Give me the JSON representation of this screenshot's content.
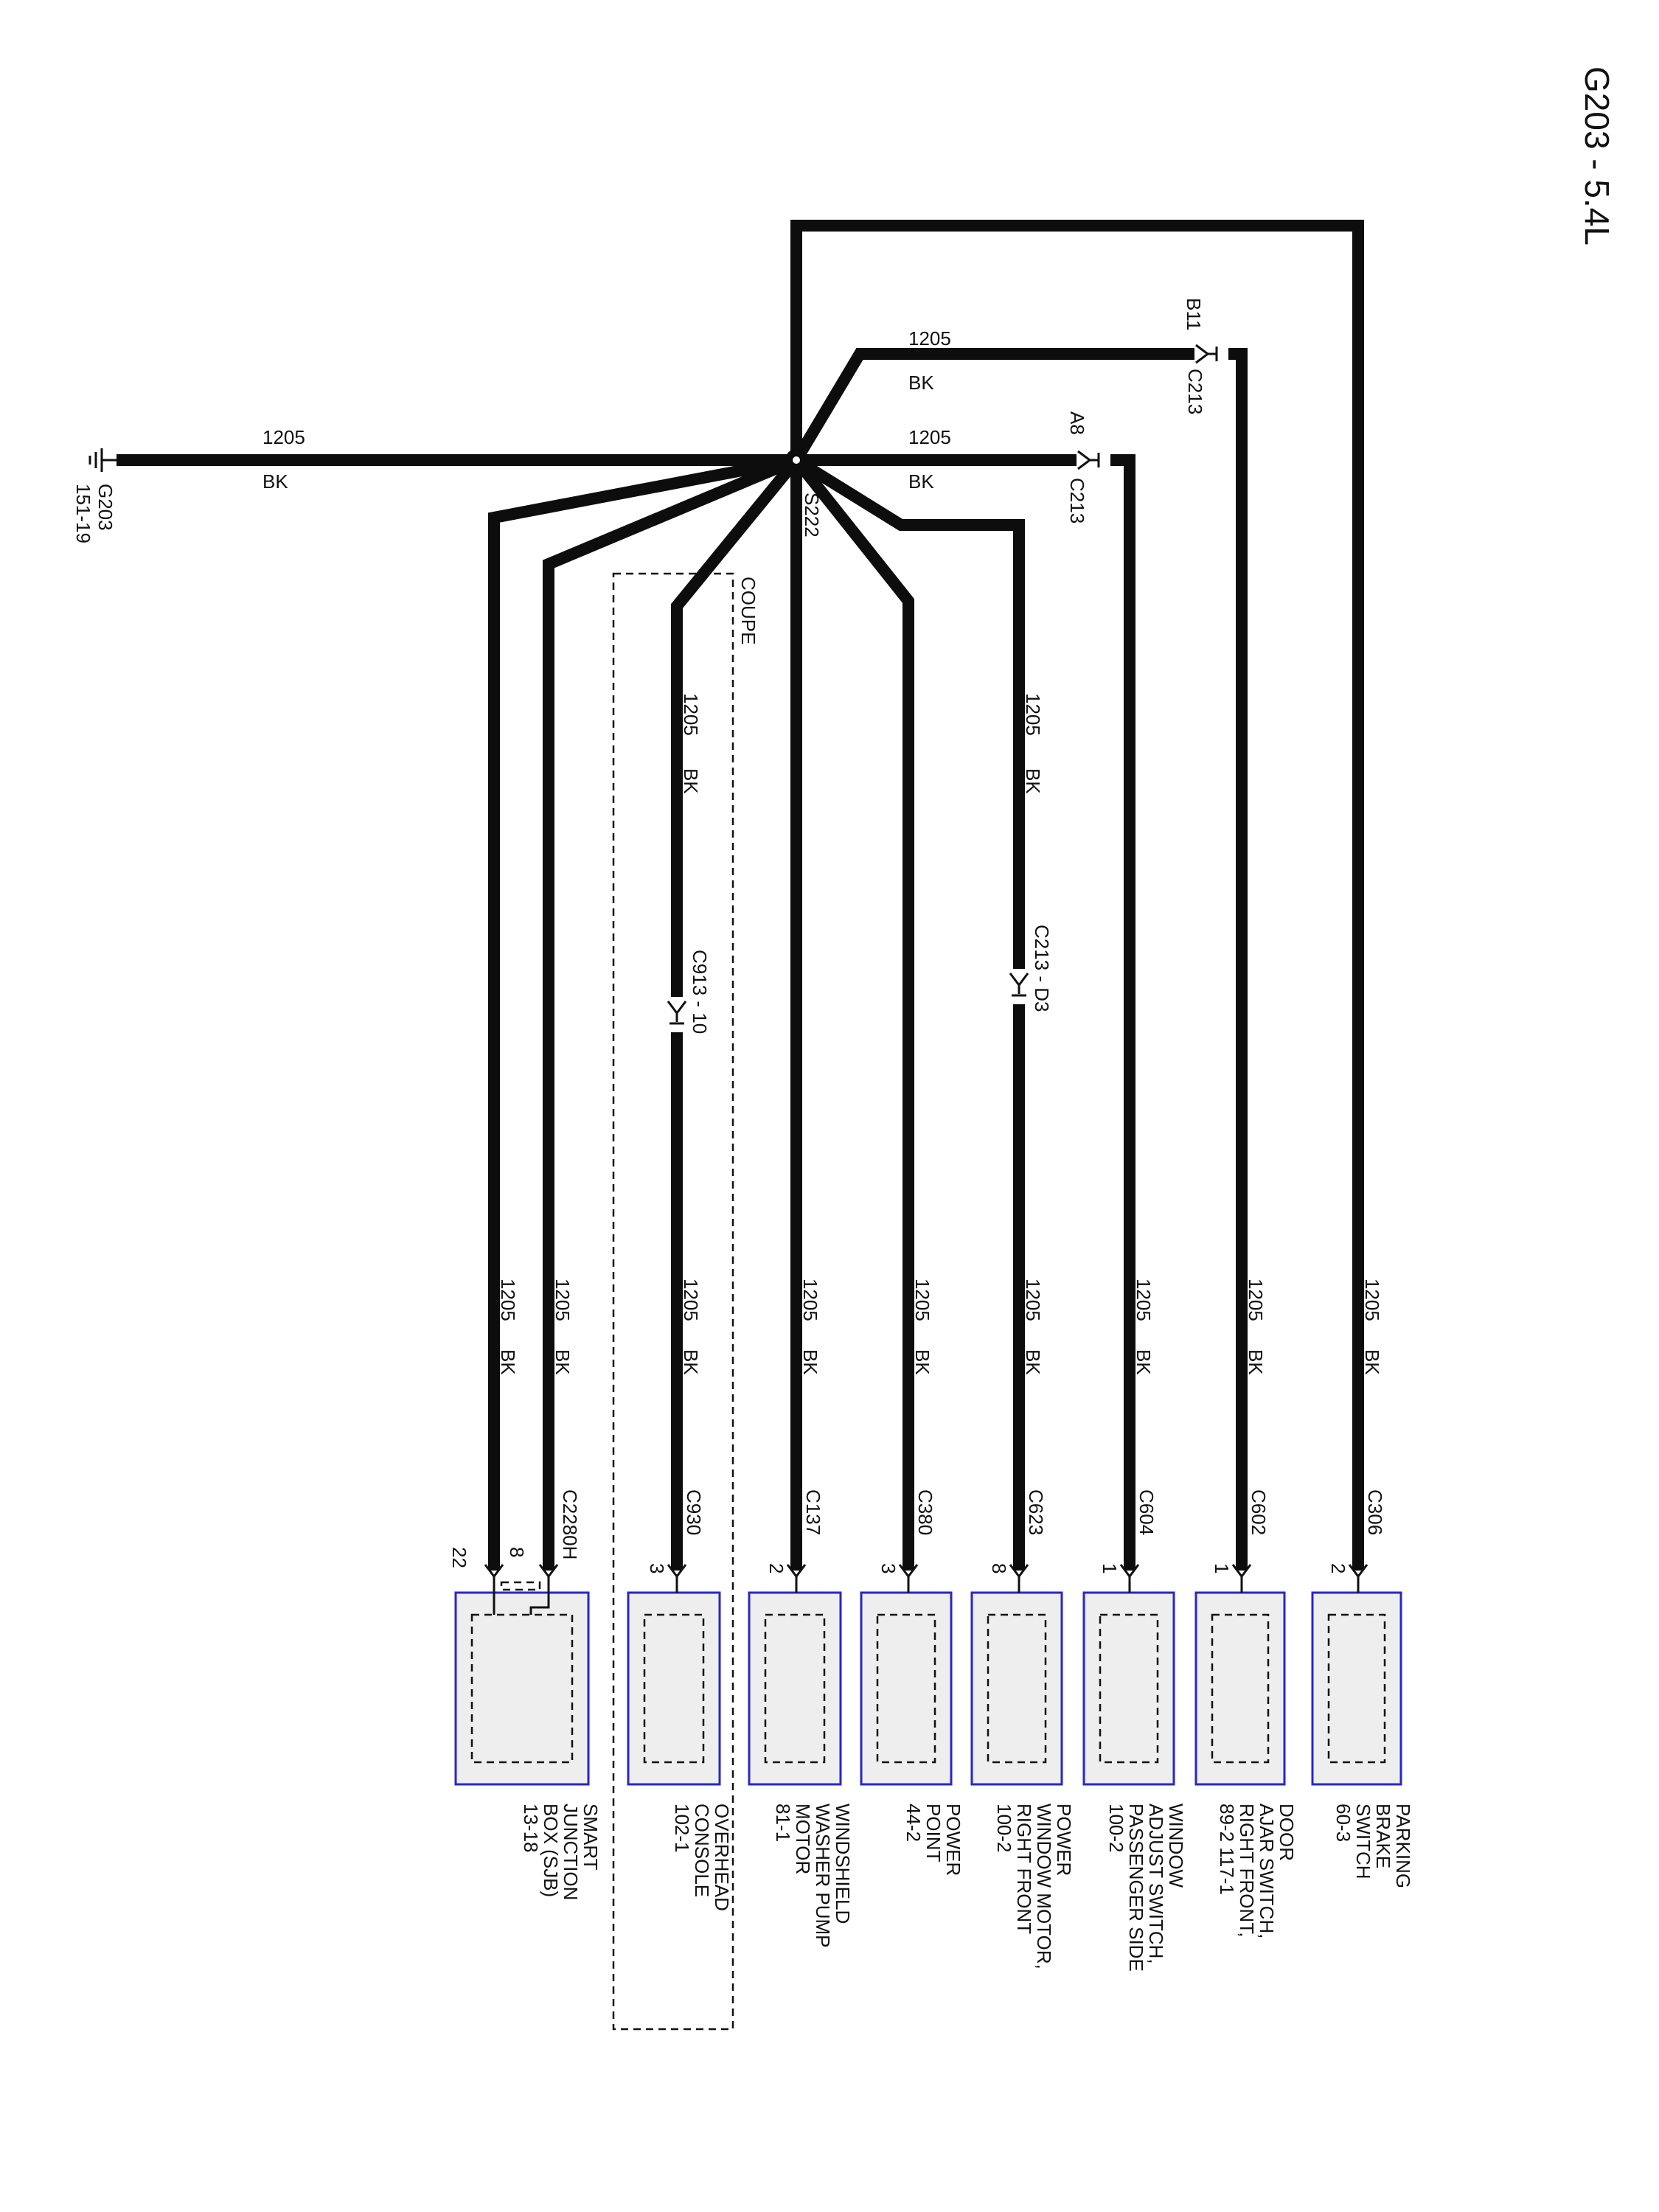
{
  "title": "G203 - 5.4L",
  "ground": {
    "name": "G203",
    "ref": "151-19"
  },
  "splice": "S222",
  "group_label": "COUPE",
  "wire": {
    "circuit": "1205",
    "color": "BK"
  },
  "inline_connectors": {
    "c213_b11": {
      "pin": "B11",
      "name": "C213"
    },
    "c213_a8": {
      "pin": "A8",
      "name": "C213"
    },
    "c913": "C913 - 10",
    "c213_d3": "C213 - D3"
  },
  "components": [
    {
      "connector": "C2280H",
      "pins": [
        "22",
        "8"
      ],
      "lines": [
        "SMART",
        "JUNCTION",
        "BOX (SJB)",
        "13-18"
      ]
    },
    {
      "connector": "C930",
      "pins": [
        "3"
      ],
      "lines": [
        "OVERHEAD",
        "CONSOLE",
        "102-1"
      ]
    },
    {
      "connector": "C137",
      "pins": [
        "2"
      ],
      "lines": [
        "WINDSHIELD",
        "WASHER PUMP",
        "MOTOR",
        "81-1"
      ]
    },
    {
      "connector": "C380",
      "pins": [
        "3"
      ],
      "lines": [
        "POWER",
        "POINT",
        "44-2"
      ]
    },
    {
      "connector": "C623",
      "pins": [
        "8"
      ],
      "lines": [
        "POWER",
        "WINDOW MOTOR,",
        "RIGHT FRONT",
        "100-2"
      ]
    },
    {
      "connector": "C604",
      "pins": [
        "1"
      ],
      "lines": [
        "WINDOW",
        "ADJUST SWITCH,",
        "PASSENGER SIDE",
        "100-2"
      ]
    },
    {
      "connector": "C602",
      "pins": [
        "1"
      ],
      "lines": [
        "DOOR",
        "AJAR SWITCH,",
        "RIGHT FRONT,",
        "89-2    117-1"
      ]
    },
    {
      "connector": "C306",
      "pins": [
        "2"
      ],
      "lines": [
        "PARKING",
        "BRAKE",
        "SWITCH",
        "60-3"
      ]
    }
  ],
  "colors": {
    "wire": "#0d0d0d",
    "box_border": "#2727c8",
    "box_fill": "#eeeeee"
  }
}
